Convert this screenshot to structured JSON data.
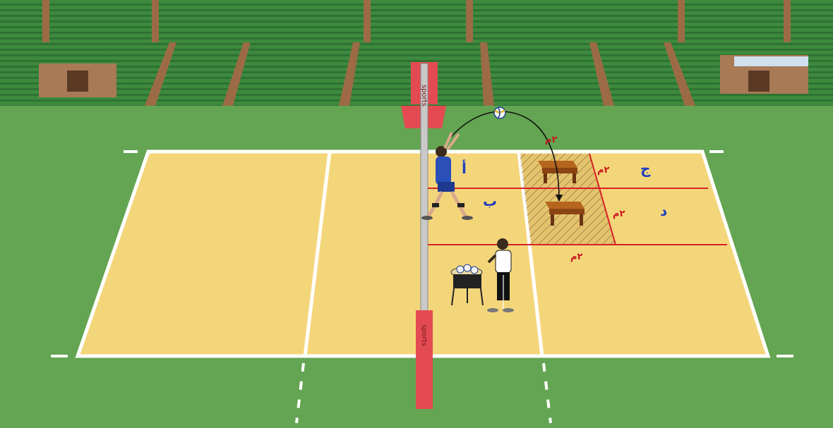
{
  "diagram": {
    "player_labels": {
      "a": "أ",
      "b": "ب",
      "c": "ج",
      "d": "د"
    },
    "distance_labels": {
      "top_target": "٢م",
      "zone_width": "٢م",
      "zone_depth": "٢م",
      "bottom": "٢م"
    },
    "net_brand": "sports",
    "colors": {
      "court_floor": "#f4d67a",
      "outer_floor": "#63a552",
      "court_lines": "#ffffff",
      "zone_lines": "#d61f26",
      "label_blue": "#1f3fbf",
      "label_red": "#c8161d",
      "seats": "#3f8f40",
      "net_pads": "#e44a52"
    }
  }
}
